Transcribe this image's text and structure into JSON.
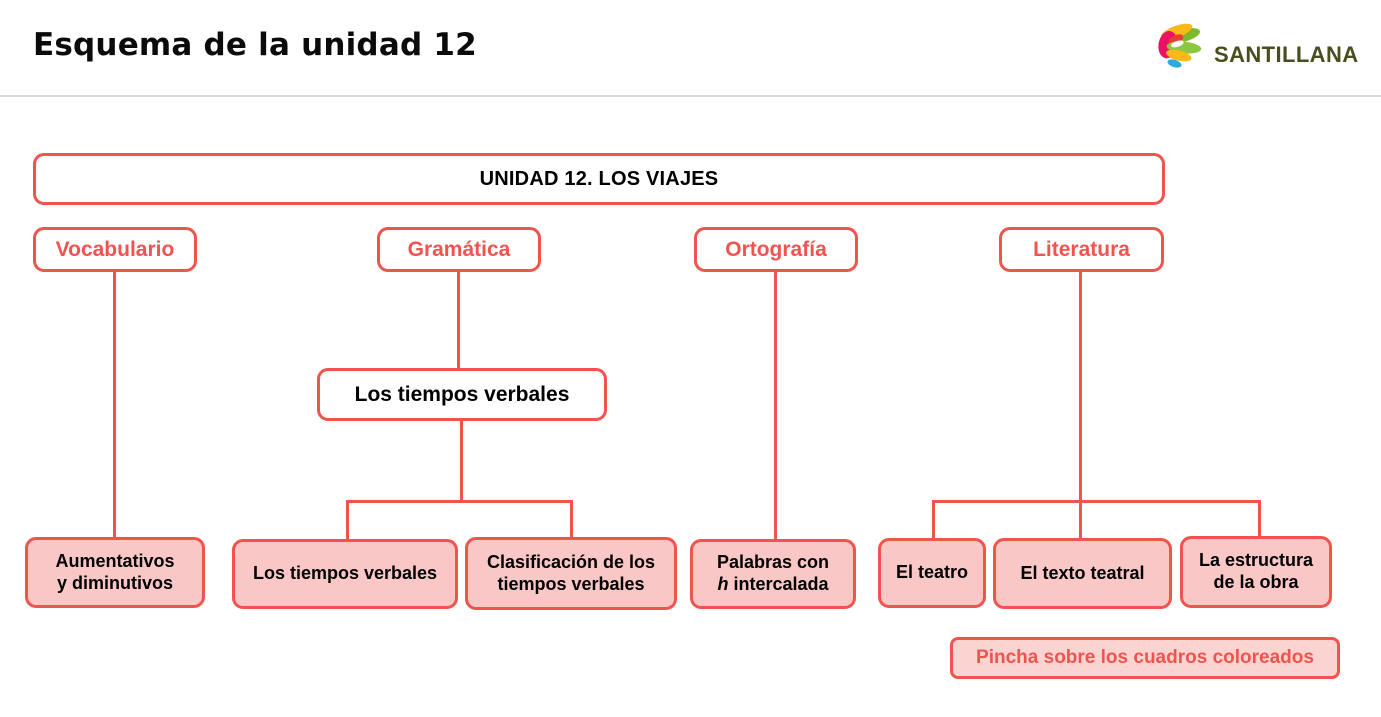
{
  "header": {
    "title": "Esquema de la unidad 12",
    "logo_text": "SANTILLANA"
  },
  "diagram": {
    "unit_box": "UNIDAD 12. LOS VIAJES",
    "categories": [
      "Vocabulario",
      "Gramática",
      "Ortografía",
      "Literatura"
    ],
    "sub_box": "Los tiempos verbales",
    "leaves": [
      {
        "lines": [
          "Aumentativos",
          "y diminutivos"
        ]
      },
      {
        "lines": [
          "Los tiempos verbales"
        ]
      },
      {
        "lines": [
          "Clasificación de los",
          "tiempos verbales"
        ]
      },
      {
        "lines": [
          "Palabras con"
        ],
        "italic_lead": "h",
        "after_italic": " intercalada"
      },
      {
        "lines": [
          "El teatro"
        ]
      },
      {
        "lines": [
          "El texto teatral"
        ]
      },
      {
        "lines": [
          "La estructura",
          "de la obra"
        ]
      }
    ],
    "note": "Pincha sobre los cuadros coloreados"
  },
  "colors": {
    "accent_red": "#f0544f",
    "leaf_fill": "#f9c7c5",
    "note_fill": "#fbd4d2",
    "logo_olive": "#4a4e1f",
    "divider_gray": "#d8d8d8",
    "logo_magenta": "#ec1164",
    "logo_yellow": "#f9b916",
    "logo_green": "#7cb92c",
    "logo_blue": "#29aae1",
    "logo_redorange": "#e63e30"
  }
}
